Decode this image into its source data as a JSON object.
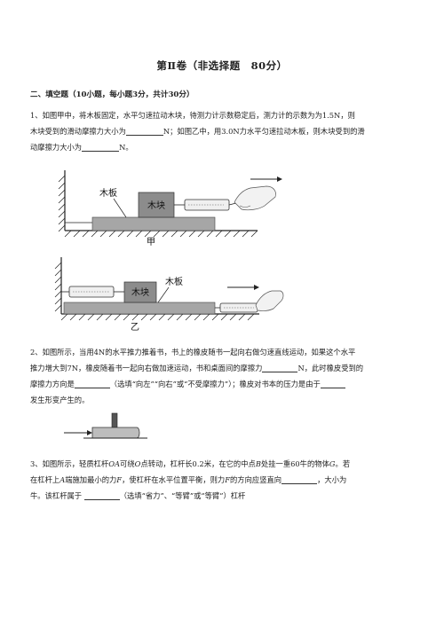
{
  "title": "第Ⅱ卷（非选择题　80分）",
  "section": "二、填空题（10小题，每小题3分，共计30分）",
  "q1": {
    "l1a": "1、如图甲中，将木板固定，水平匀速拉动木块，待测力计示数稳定后，测力计的示数为为1.5N，则",
    "l2a": "木块受到的滑动摩擦力大小为",
    "l2b": "N；如图乙中，用3.0N力水平匀速拉动木板，则木块受到的滑",
    "l3a": "动摩擦力大小为",
    "l3b": "N。",
    "fig_jia": {
      "board": "木板",
      "block": "木块",
      "caption": "甲"
    },
    "fig_yi": {
      "board": "木板",
      "block": "木块",
      "caption": "乙"
    }
  },
  "q2": {
    "l1": "2、如图所示，当用4N的水平推力推着书，书上的橡皮随书一起向右做匀速直线运动，如果这个水平",
    "l2a": "推力增大到7N，橡皮随着书一起向右做加速运动，书和桌面间的摩擦力",
    "l2b": "N，此时橡皮受到的",
    "l3a": "摩擦力方向是",
    "l3b": "（选填“向左”“向右”或“不受摩擦力”）；橡皮对书本的压力是由于",
    "l4": "发生形变产生的。"
  },
  "q3": {
    "l1a": "3、如图所示，轻质杠杆",
    "l1b": "OA",
    "l1c": "可绕",
    "l1d": "O",
    "l1e": "点转动，杠杆长0.2米，在它的中点",
    "l1f": "B",
    "l1g": "处挂一重60牛的物体",
    "l1h": "G",
    "l1i": "。若",
    "l2a": "在杠杆上",
    "l2b": "A",
    "l2c": "端施加最小的力",
    "l2d": "F",
    "l2e": "，使杠杆在水平位置平衡，则力",
    "l2f": "F",
    "l2g": "的方向应竖直向",
    "l2h": "，大小为",
    "l3a": "牛。该杠杆属于",
    "l3b": "（选填“省力”、“等臂”或“等臂”）杠杆"
  }
}
